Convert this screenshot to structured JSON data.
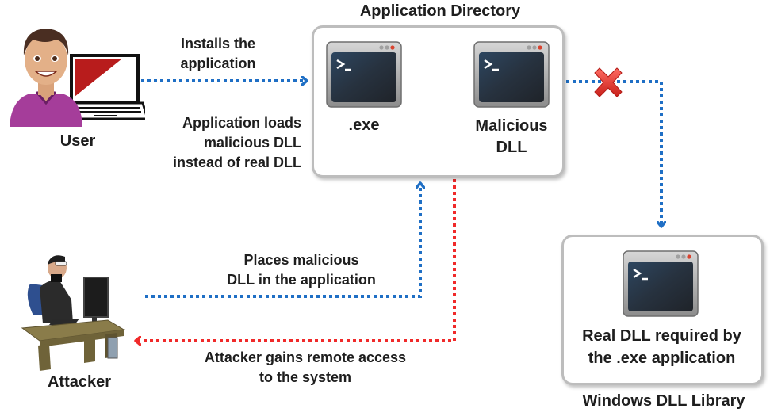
{
  "title": "DLL Hijacking Attack",
  "user": {
    "label": "User"
  },
  "attacker": {
    "label": "Attacker"
  },
  "app_directory": {
    "title": "Application Directory",
    "exe_label": ".exe",
    "malicious_dll_label_line1": "Malicious",
    "malicious_dll_label_line2": "DLL"
  },
  "windows_library": {
    "title": "Windows DLL Library",
    "real_dll_line1": "Real DLL required by",
    "real_dll_line2": "the .exe application"
  },
  "annotations": {
    "installs_line1": "Installs the",
    "installs_line2": "application",
    "loads_line1": "Application loads",
    "loads_line2": "malicious DLL",
    "loads_line3": "instead of real DLL",
    "places_line1": "Places malicious",
    "places_line2": "DLL in the application",
    "gains_line1": "Attacker gains remote access",
    "gains_line2": "to the system"
  },
  "colors": {
    "blue_arrow": "#1f6fc5",
    "red_arrow": "#f02a2a",
    "blocked_x": "#e8413c",
    "box_border": "#bdbdbd"
  },
  "icons": {
    "terminal": "terminal-window-icon",
    "blocked": "red-x-icon",
    "user": "user-with-laptop-icon",
    "attacker": "hacker-at-desk-icon"
  }
}
